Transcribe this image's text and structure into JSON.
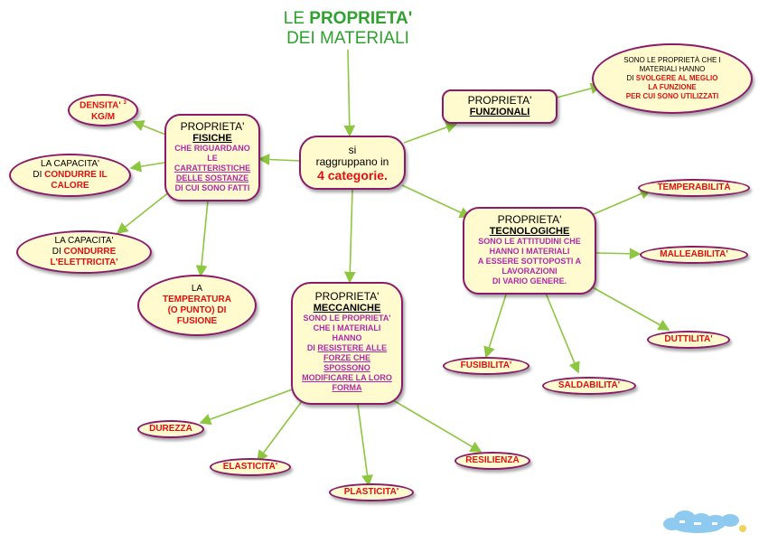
{
  "title": {
    "line1_prefix": "LE ",
    "line1_bold": "PROPRIETA'",
    "line2": "DEI MATERIALI"
  },
  "center": {
    "line1": "si",
    "line2": "raggruppano in",
    "line3": "4 categorie."
  },
  "funzionali": {
    "head1": "PROPRIETA'",
    "head2": "FUNZIONALI",
    "desc_l1": "SONO LE PROPRIETÀ CHE I",
    "desc_l2": "MATERIALI HANNO",
    "desc_l3_pre": "DI ",
    "desc_l3_red": "SVOLGERE AL MEGLIO",
    "desc_l4": "LA FUNZIONE",
    "desc_l5": "PER CUI SONO UTILIZZATI"
  },
  "fisiche": {
    "head1": "PROPRIETA'",
    "head2": "FISICHE",
    "d1": "CHE RIGUARDANO",
    "d2": "LE",
    "d3": "CARATTERISTICHE",
    "d4": "DELLE SOSTANZE",
    "d5": "DI CUI SONO FATTI",
    "densita_l1": "DENSITA'",
    "densita_sup": "3",
    "densita_l2": "KG/M",
    "calore_l1": "LA CAPACITA'",
    "calore_pre": "DI ",
    "calore_red1": "CONDURRE IL",
    "calore_red2": "CALORE",
    "elettr_l1": "LA CAPACITA'",
    "elettr_pre": "DI ",
    "elettr_red1": "CONDURRE",
    "elettr_red2": "L'ELETTRICITA'",
    "temp_l1": "LA",
    "temp_l2": "TEMPERATURA",
    "temp_l3": "(O PUNTO) DI",
    "temp_l4": "FUSIONE"
  },
  "tecnologiche": {
    "head1": "PROPRIETA'",
    "head2": "TECNOLOGICHE",
    "d1": "SONO LE ATTITUDINI CHE",
    "d2": "HANNO I MATERIALI",
    "d3": "A ESSERE SOTTOPOSTI A",
    "d4": "LAVORAZIONI",
    "d5": "DI VARIO GENERE.",
    "items": [
      "TEMPERABILITÀ",
      "MALLEABILITA'",
      "DUTTILITA'",
      "SALDABILITA'",
      "FUSIBILITA'"
    ]
  },
  "meccaniche": {
    "head1": "PROPRIETA'",
    "head2": "MECCANICHE",
    "d1": "SONO LE PROPRIETA'",
    "d2": "CHE I MATERIALI",
    "d3": "HANNO",
    "d4_pre": "DI ",
    "d4": "RESISTERE ALLE",
    "d5": "FORZE CHE",
    "d6": "SPOSSONO",
    "d7": "MODIFICARE LA LORO",
    "d8": "FORMA",
    "items": [
      "DUREZZA",
      "ELASTICITA'",
      "PLASTICITA'",
      "RESILIENZA"
    ]
  },
  "colors": {
    "title": "#2ea12e",
    "red": "#e01010",
    "magenta": "#b02aa8",
    "border": "#8b1a6b",
    "fill": "#fffbcf",
    "arrow": "#8dc63f"
  },
  "icons": {
    "logo": "cloud-logo-icon"
  }
}
